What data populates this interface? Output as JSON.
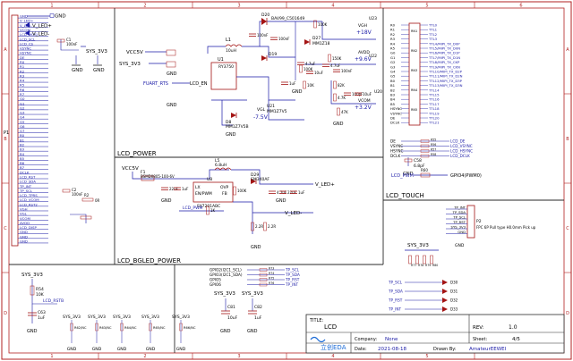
{
  "frame": {
    "cols": [
      "1",
      "2",
      "3",
      "4",
      "5",
      "6"
    ],
    "rows": [
      "A",
      "B",
      "C",
      "D"
    ]
  },
  "blocks": {
    "power": "LCD_POWER",
    "bgled": "LCD_BGLED_POWER",
    "touch": "LCD_TOUCH"
  },
  "connector_p1": {
    "ref": "P1",
    "pins": [
      "GND",
      "V_LED+",
      "V_LED-",
      "VCOM",
      "LCD_MOSI",
      "LCD_SCL",
      "LCD_CS",
      "VSYNC",
      "HSYNC",
      "DE",
      "R0",
      "R1",
      "R2",
      "R3",
      "R4",
      "R5",
      "R6",
      "R7",
      "G0",
      "G1",
      "G2",
      "G3",
      "G4",
      "G5",
      "G6",
      "G7",
      "B0",
      "B1",
      "B2",
      "B3",
      "B4",
      "B5",
      "B6",
      "B7",
      "DCLK",
      "LCD_RST",
      "LCD_SDA",
      "TP_INT",
      "TP_SCL",
      "LCD_TPRS",
      "LCD_VCOM",
      "LCD_RST2",
      "VGH",
      "VGL",
      "VCOM",
      "AVDD",
      "LCD_DISP",
      "GND",
      "GND",
      "GND"
    ]
  },
  "left_nets": {
    "gnd_top": "GND",
    "vled_plus": "V_LED+",
    "vled_minus": "V_LED-",
    "sys3v3": "SYS_3V3",
    "gnd1": "GND",
    "gnd2": "GND",
    "c1": "C1",
    "c1_val": "100nF",
    "c2": "C2",
    "c2_val": "100nF",
    "r_res": "R2",
    "r_res_val": "0R"
  },
  "power": {
    "vcc5v": "VCC5V",
    "sys3v3": "SYS_3V3",
    "fuart": "FUART_RTS",
    "lcd_en": "LCD_EN",
    "u1": "U1",
    "u1_part": "RY3750",
    "l1": "L1",
    "l1_val": "10uH",
    "d20": "D20",
    "d20_part": "BAV99_C501649",
    "d27": "D27",
    "d27_part": "MM1Z18",
    "d19": "D19",
    "d8": "D8",
    "d8_part": "MM1Z7V5B",
    "u21": "U21",
    "u21_part": "MM1Z7V5",
    "vgh": "VGH",
    "vgh_val": "+18V",
    "vgl": "VGL",
    "vgl_val": "-7.5V",
    "avdd": "AVDD",
    "avdd_val": "+9.6V",
    "vcom": "VCOM",
    "vcom_val": "+3.2V",
    "u23": "U23",
    "u22": "U22",
    "u20": "U20",
    "c_vals": [
      "100nF",
      "100nF",
      "4.7uF",
      "10uF",
      "1uF",
      "4.7uF",
      "100nF",
      "100pF",
      "10uF"
    ],
    "r_vals": [
      "100K",
      "150K",
      "10K",
      "82K",
      "100K",
      "47K",
      "4.7K"
    ],
    "gnd": "GND"
  },
  "level_shift": {
    "inputs": [
      "R0",
      "R1",
      "R2",
      "R3",
      "R4",
      "R5",
      "G0",
      "G1",
      "G2",
      "G3",
      "G4",
      "G5",
      "B0",
      "B1",
      "B2",
      "B3",
      "B4",
      "B5",
      "HSYNC",
      "VSYNC",
      "DE",
      "DCLK"
    ],
    "rn_refs": [
      "RN1",
      "RN2",
      "RN3",
      "RN4",
      "RN5"
    ],
    "outputs": [
      "TTL0",
      "TTL1",
      "TTL2",
      "TTL3",
      "TTL4/MIPI_TX_D0P",
      "TTL5/MIPI_TX_D0N",
      "TTL6/MIPI_TX_D1P",
      "TTL7/MIPI_TX_D1N",
      "TTL8/MIPI_TX_CKP",
      "TTL9/MIPI_TX_CKN",
      "TTL10/MIPI_TX_D2P",
      "TTL11/MIPI_TX_D2N",
      "TTL12/MIPI_TX_D3P",
      "TTL13/MIPI_TX_D3N",
      "TTL14",
      "TTL15",
      "TTL16",
      "TTL17",
      "TTL18",
      "TTL19",
      "TTL20",
      "TTL21"
    ]
  },
  "sync_nets": {
    "inputs": [
      "DE",
      "VSYNC",
      "HSYNC",
      "DCLK"
    ],
    "outputs": [
      "LCD_DE",
      "LCD_VSYNC",
      "LCD_HSYNC",
      "LCD_DCLK"
    ],
    "r_refs": [
      "R55",
      "R56",
      "R57",
      "R58"
    ],
    "c_ref": "C58",
    "c_val": "6.8pF",
    "gnd": "GND"
  },
  "pwm": {
    "left": "LCD_PWM",
    "right": "GPIO4(PWM0)",
    "r_ref": "R60"
  },
  "bgled": {
    "vcc5v": "VCC5V",
    "f1": "F1",
    "f1_part": "BSMD0805-100-6V",
    "l5": "L5",
    "l5_val": "6.8uH",
    "u8": "U8",
    "u8_part": "SY7201ABC",
    "pins_left": [
      "LX",
      "EN/PWM"
    ],
    "pins_right": [
      "OVP",
      "FB"
    ],
    "d29": "D29",
    "d29_part": "SM340AF",
    "vled_plus": "V_LED+",
    "vled_minus": "V_LED-",
    "lcd_pwm": "LCD_PWM",
    "c_vals": [
      "22uF",
      "1uF",
      "4.7uF",
      "22uF",
      "1uF"
    ],
    "r_vals": [
      "100K",
      "2.2R",
      "2.2R",
      "1K"
    ],
    "gnd": "GND"
  },
  "touch_conn": {
    "ref": "P2",
    "part": "FPC 6P Pull type H0.0mm Pick up",
    "nets": [
      "TP_INT",
      "TP_SDA",
      "TP_SCL",
      "TP_RST",
      "SYS_3V3",
      "GND"
    ],
    "gnd": "GND"
  },
  "touch_pullups": {
    "sys3v3": "SYS_3V3",
    "nets": [
      "TP_SCL",
      "TP_SDA",
      "TP_RST",
      "TP_INT"
    ],
    "r_refs": [
      "R77",
      "R78",
      "R79",
      "R80"
    ],
    "d_refs": [
      "D30",
      "D31",
      "D32",
      "D33"
    ]
  },
  "gpio_map": {
    "left": [
      "GPIO2(I2C1_SCL)",
      "GPIO3(I2C1_SDA)",
      "GPIO5",
      "GPIO6"
    ],
    "right": [
      "TP_SCL",
      "TP_SDA",
      "TP_RST",
      "TP_INT"
    ],
    "r_refs": [
      "R73",
      "R74",
      "R75",
      "R76"
    ]
  },
  "caps_block": {
    "nets": [
      "SYS_3V3",
      "SYS_3V3"
    ],
    "c_refs": [
      "C81",
      "C82"
    ],
    "c_vals": [
      "10uF",
      "1uF"
    ],
    "gnd": "GND"
  },
  "reset_block": {
    "sys3v3": "SYS_3V3",
    "r_ref": "R54",
    "r_val": "10K",
    "net": "LCD_RSTB",
    "c_ref": "C63",
    "c_val": "1uF",
    "gnd": "GND"
  },
  "led_row": {
    "sys3v3": "SYS_3V3",
    "labels": [
      "R62/NC",
      "R63/NC",
      "R64/NC",
      "R65/NC",
      "R66/NC"
    ],
    "gnd": "GND"
  },
  "title_block": {
    "title_label": "TITLE:",
    "title": "LCD",
    "rev_label": "REV:",
    "rev": "1.0",
    "company_label": "Company:",
    "company": "None",
    "sheet_label": "Sheet:",
    "sheet": "4/5",
    "date_label": "Date:",
    "date": "2021-08-18",
    "drawn_label": "Drawn By:",
    "drawn": "AmateurEEWEI",
    "logo": "立创EDA"
  },
  "colors": {
    "border": "#b22222",
    "wire": "#1a1aa6",
    "component": "#a41414",
    "net": "#000000",
    "block": "#2a2a2a"
  }
}
